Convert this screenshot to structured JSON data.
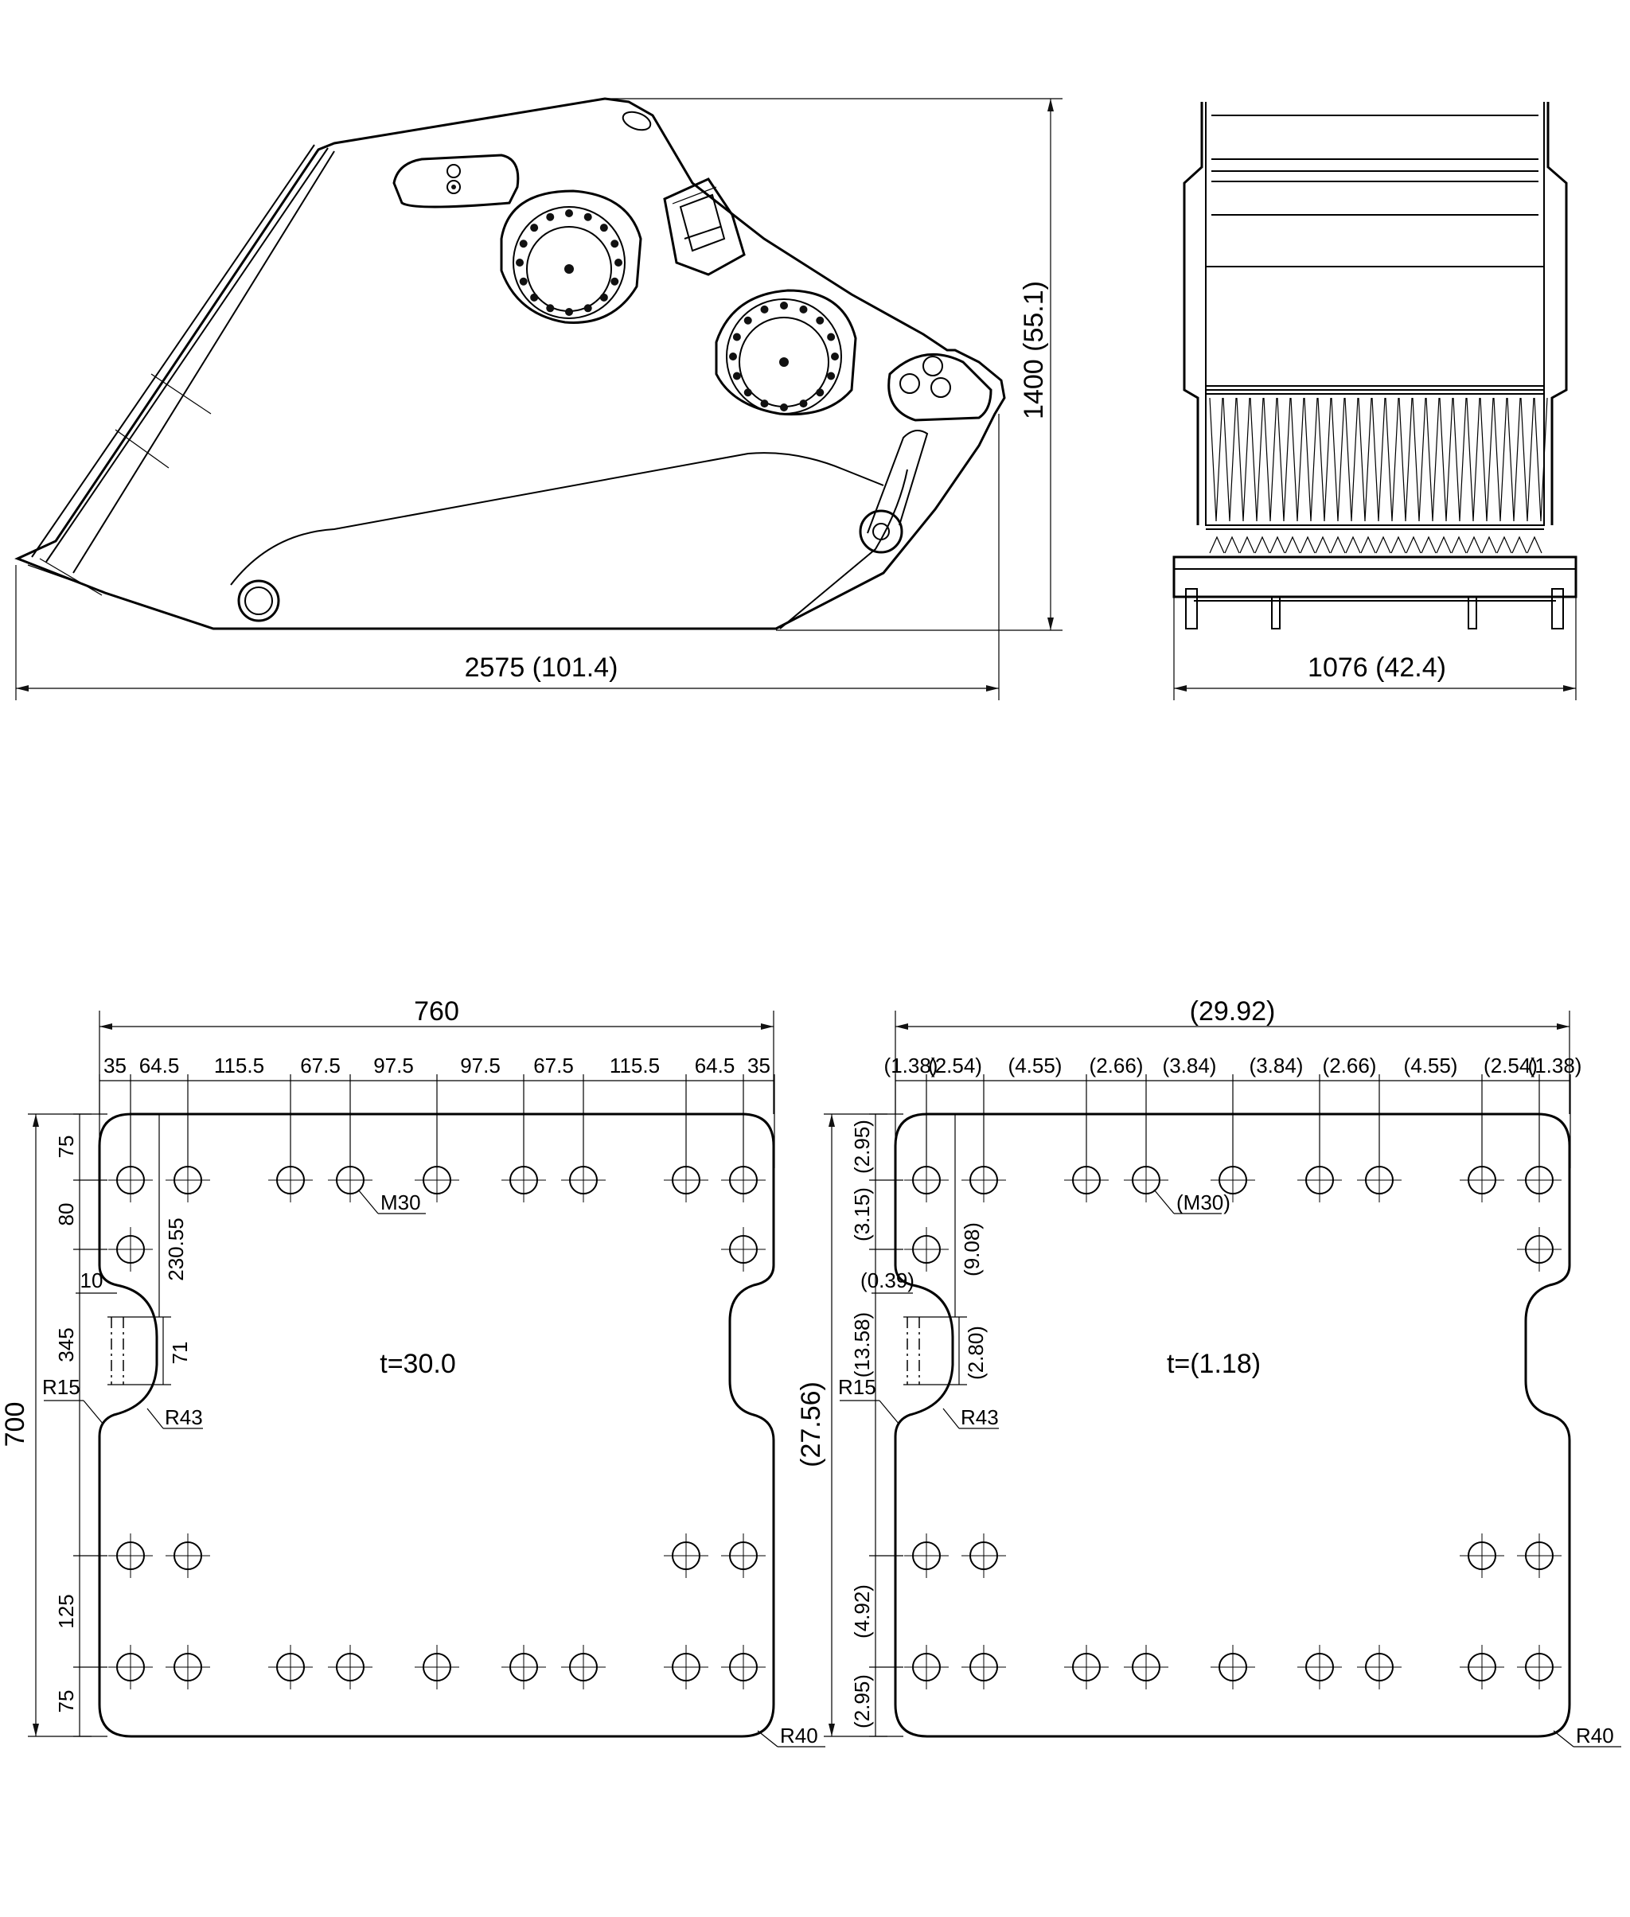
{
  "side_view": {
    "width_label": "2575 (101.4)",
    "height_label": "1400 (55.1)"
  },
  "front_view": {
    "width_label": "1076 (42.4)"
  },
  "plate_metric": {
    "total_width": "760",
    "hole_spacing": [
      "35",
      "64.5",
      "115.5",
      "67.5",
      "97.5",
      "97.5",
      "67.5",
      "115.5",
      "64.5",
      "35"
    ],
    "vertical_left": [
      "75",
      "80",
      "345",
      "125",
      "75"
    ],
    "total_height": "700",
    "inner_dim_1": "230.55",
    "inner_dim_2": "71",
    "notch_depth": "10",
    "radius_small": "R15",
    "radius_notch": "R43",
    "corner_radius": "R40",
    "thread": "M30",
    "thickness": "t=30.0"
  },
  "plate_imperial": {
    "total_width": "(29.92)",
    "hole_spacing": [
      "(1.38)",
      "(2.54)",
      "(4.55)",
      "(2.66)",
      "(3.84)",
      "(3.84)",
      "(2.66)",
      "(4.55)",
      "(2.54)",
      "(1.38)"
    ],
    "vertical_left": [
      "(2.95)",
      "(3.15)",
      "(13.58)",
      "(4.92)",
      "(2.95)"
    ],
    "total_height": "(27.56)",
    "inner_dim_1": "(9.08)",
    "inner_dim_2": "(2.80)",
    "notch_depth": "(0.39)",
    "radius_small": "R15",
    "radius_notch": "R43",
    "corner_radius": "R40",
    "thread": "(M30)",
    "thickness": "t=(1.18)"
  }
}
